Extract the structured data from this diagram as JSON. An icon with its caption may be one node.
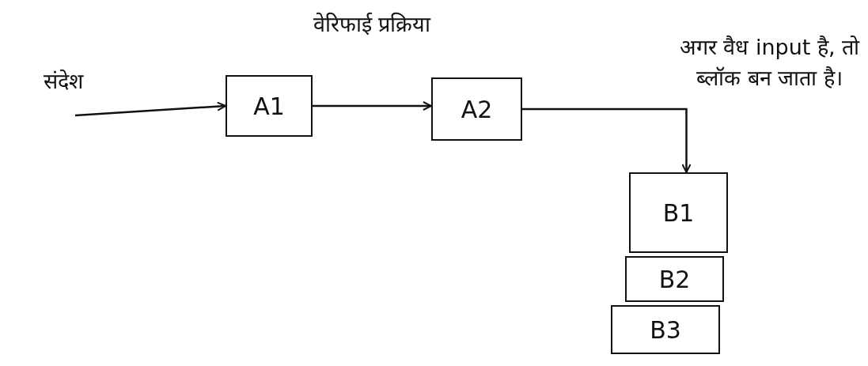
{
  "diagram": {
    "nodes": [
      {
        "text": [
          "A1"
        ]
      },
      {
        "text": [
          "A2"
        ]
      },
      {
        "text": [
          "B1"
        ]
      },
      {
        "text": [
          "B2"
        ]
      },
      {
        "text": [
          "B3"
        ]
      }
    ],
    "edges": [
      {
        "from": null,
        "to": 0,
        "arrow": "to",
        "label": "संदेश"
      },
      {
        "from": 0,
        "to": 1,
        "arrow": "to",
        "label": "वेरिफाई प्रक्रिया"
      },
      {
        "from": 1,
        "to": 2,
        "arrow": "to"
      }
    ],
    "labels": [
      "अगर वैध input है, तो ब्लॉक बन जाता है।"
    ]
  }
}
